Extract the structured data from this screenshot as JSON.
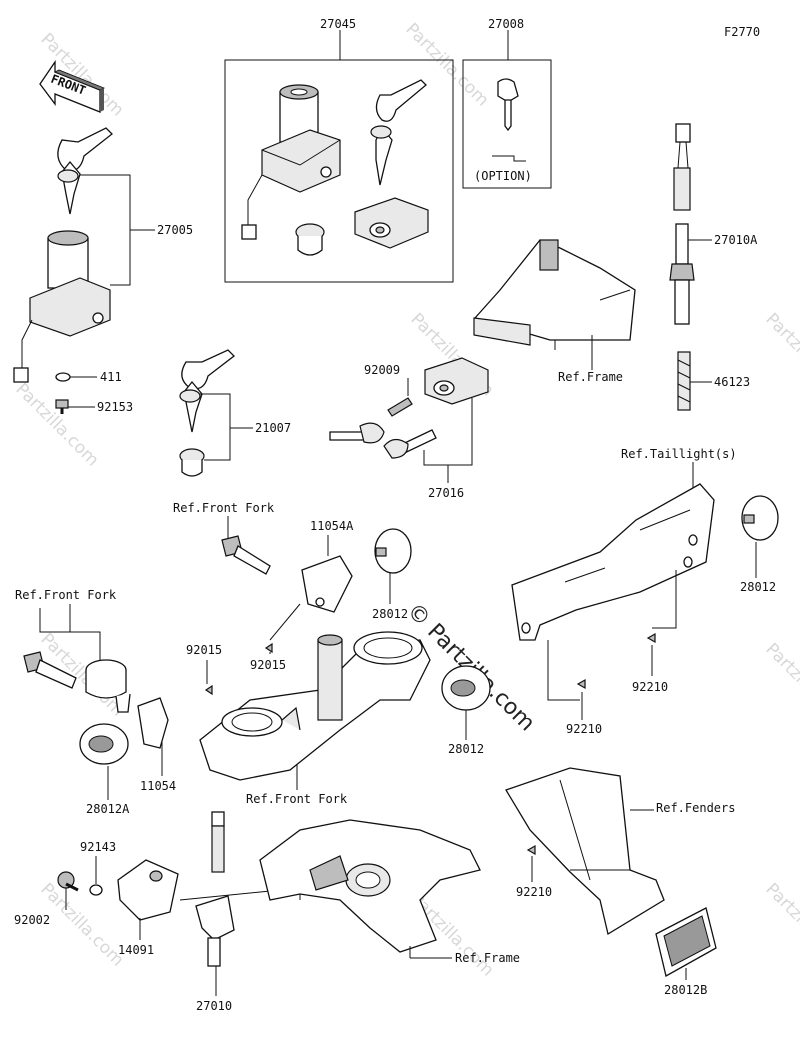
{
  "diagram": {
    "figure_code": "F2770",
    "front_label": "FRONT",
    "watermark": "Partzilla.com",
    "watermark_main": "© Partzilla.com",
    "option_label": "(OPTION)",
    "parts": {
      "p27045": "27045",
      "p27008": "27008",
      "p27005": "27005",
      "p411": "411",
      "p92153": "92153",
      "p21007": "21007",
      "p92009": "92009",
      "p27016": "27016",
      "p27010A": "27010A",
      "p46123": "46123",
      "p11054A": "11054A",
      "p28012_cap": "28012",
      "p92015_a": "92015",
      "p92015_b": "92015",
      "p11054": "11054",
      "p28012A": "28012A",
      "p28012_left": "28012",
      "p92210_a": "92210",
      "p92210_b": "92210",
      "p28012_right": "28012",
      "p92210_c": "92210",
      "p28012B": "28012B",
      "p92143": "92143",
      "p92002": "92002",
      "p14091": "14091",
      "p27010": "27010"
    },
    "refs": {
      "ref_frame_top": "Ref.Frame",
      "ref_taillight": "Ref.Taillight(s)",
      "ref_front_fork_top": "Ref.Front Fork",
      "ref_front_fork_left": "Ref.Front Fork",
      "ref_front_fork_bottom": "Ref.Front Fork",
      "ref_fenders": "Ref.Fenders",
      "ref_frame_bottom": "Ref.Frame"
    }
  }
}
